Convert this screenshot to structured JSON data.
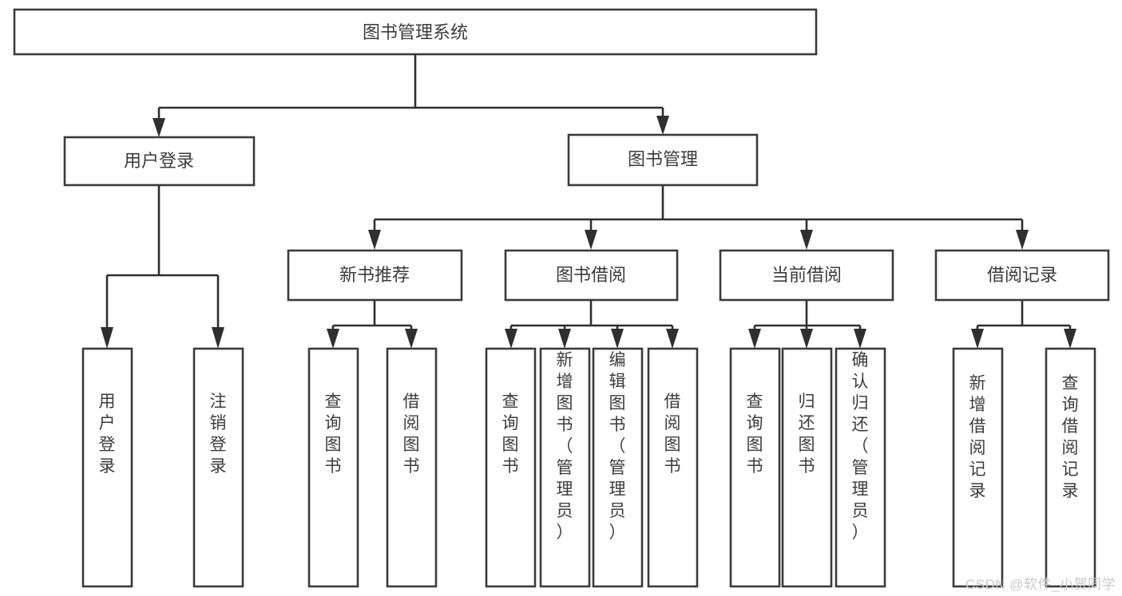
{
  "diagram": {
    "type": "hierarchy-tree",
    "title": "图书管理系统",
    "watermark": "CSDN @软件_小贺同学",
    "root": {
      "id": "root",
      "label": "图书管理系统",
      "orientation": "horizontal"
    },
    "level1": [
      {
        "id": "user-login",
        "label": "用户登录",
        "orientation": "horizontal"
      },
      {
        "id": "book-management",
        "label": "图书管理",
        "orientation": "horizontal"
      }
    ],
    "level2": [
      {
        "id": "new-book-recommend",
        "label": "新书推荐",
        "parent": "book-management",
        "orientation": "horizontal"
      },
      {
        "id": "book-borrow",
        "label": "图书借阅",
        "parent": "book-management",
        "orientation": "horizontal"
      },
      {
        "id": "current-borrow",
        "label": "当前借阅",
        "parent": "book-management",
        "orientation": "horizontal"
      },
      {
        "id": "borrow-record",
        "label": "借阅记录",
        "parent": "book-management",
        "orientation": "horizontal"
      }
    ],
    "leaves": [
      {
        "id": "leaf-user-login",
        "label": "用户登录",
        "parent": "user-login",
        "orientation": "vertical"
      },
      {
        "id": "leaf-user-logout",
        "label": "注销登录",
        "parent": "user-login",
        "orientation": "vertical"
      },
      {
        "id": "leaf-query-book-1",
        "label": "查询图书",
        "parent": "new-book-recommend",
        "orientation": "vertical"
      },
      {
        "id": "leaf-borrow-book-1",
        "label": "借阅图书",
        "parent": "new-book-recommend",
        "orientation": "vertical"
      },
      {
        "id": "leaf-query-book-2",
        "label": "查询图书",
        "parent": "book-borrow",
        "orientation": "vertical"
      },
      {
        "id": "leaf-add-book",
        "label": "新增图书（管理员）",
        "parent": "book-borrow",
        "orientation": "vertical"
      },
      {
        "id": "leaf-edit-book",
        "label": "编辑图书（管理员）",
        "parent": "book-borrow",
        "orientation": "vertical"
      },
      {
        "id": "leaf-borrow-book-2",
        "label": "借阅图书",
        "parent": "book-borrow",
        "orientation": "vertical"
      },
      {
        "id": "leaf-query-book-3",
        "label": "查询图书",
        "parent": "current-borrow",
        "orientation": "vertical"
      },
      {
        "id": "leaf-return-book",
        "label": "归还图书",
        "parent": "current-borrow",
        "orientation": "vertical"
      },
      {
        "id": "leaf-confirm-return",
        "label": "确认归还（管理员）",
        "parent": "current-borrow",
        "orientation": "vertical"
      },
      {
        "id": "leaf-add-record",
        "label": "新增借阅记录",
        "parent": "borrow-record",
        "orientation": "vertical"
      },
      {
        "id": "leaf-query-record",
        "label": "查询借阅记录",
        "parent": "borrow-record",
        "orientation": "vertical"
      }
    ],
    "colors": {
      "box_stroke": "#3b3b3b",
      "connector": "#2f2f2f",
      "text": "#3c3c3c",
      "background": "#ffffff",
      "watermark": "#c9c9c9"
    }
  }
}
